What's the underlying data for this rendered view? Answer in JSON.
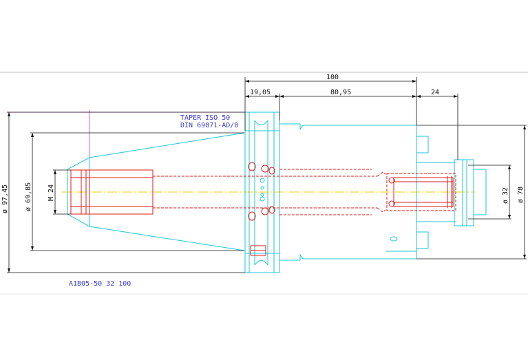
{
  "drawing": {
    "taper_line1": "TAPER ISO 50",
    "taper_line2": "DIN 69871-AD/B",
    "part_number": "A1B05-50 32 100"
  },
  "dimensions": {
    "overall_length": "100",
    "flange_length": "19,05",
    "body_length": "80,95",
    "extension_length": "24",
    "dia_flange": "ø 97,45",
    "dia_taper": "ø 69,85",
    "thread": "M 24",
    "dia_bore": "ø 32",
    "dia_body": "ø 78"
  },
  "colors": {
    "outline": "#19c6d6",
    "hidden": "#e01818",
    "dimension": "#111111",
    "centerline": "#e8d400",
    "annotation": "#3a3ad0"
  }
}
